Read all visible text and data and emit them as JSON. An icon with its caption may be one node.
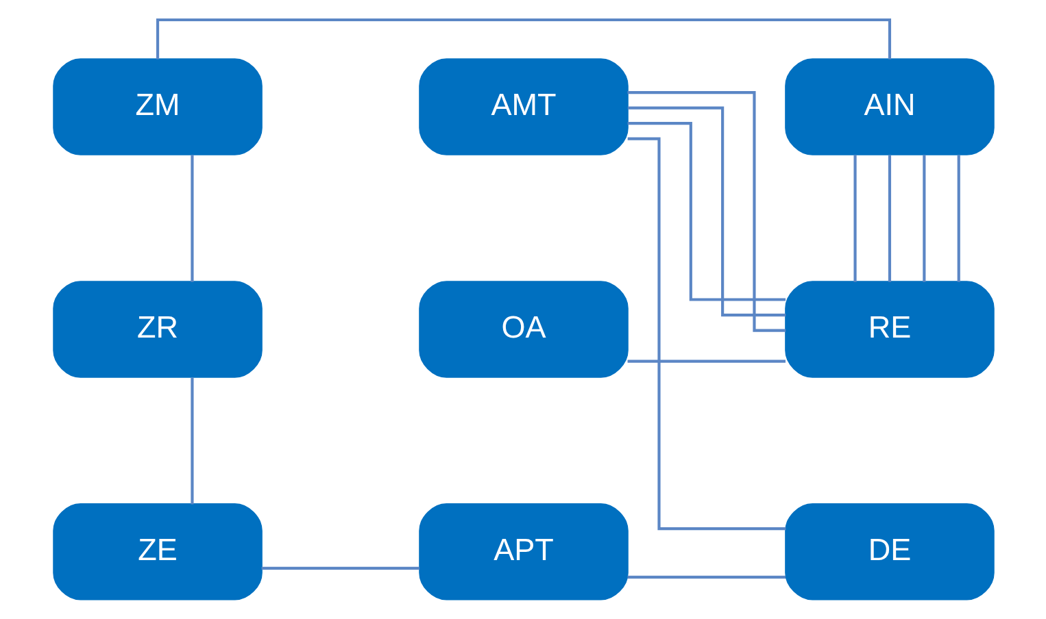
{
  "diagram": {
    "nodes": [
      {
        "text": [
          "ZM"
        ]
      },
      {
        "text": [
          "AMT"
        ]
      },
      {
        "text": [
          "AIN"
        ]
      },
      {
        "text": [
          "ZR"
        ]
      },
      {
        "text": [
          "OA"
        ]
      },
      {
        "text": [
          "RE"
        ]
      },
      {
        "text": [
          "ZE"
        ]
      },
      {
        "text": [
          "APT"
        ]
      },
      {
        "text": [
          "DE"
        ]
      }
    ],
    "edges": [
      {
        "from": 0,
        "to": 2,
        "arrow": "none"
      },
      {
        "from": 0,
        "to": 3,
        "arrow": "none"
      },
      {
        "from": 3,
        "to": 6,
        "arrow": "none"
      },
      {
        "from": 6,
        "to": 7,
        "arrow": "none"
      },
      {
        "from": 7,
        "to": 8,
        "arrow": "none"
      },
      {
        "from": 1,
        "to": 8,
        "arrow": "none"
      },
      {
        "from": 4,
        "to": 5,
        "arrow": "none"
      },
      {
        "from": 1,
        "to": 5,
        "arrow": "none"
      },
      {
        "from": 1,
        "to": 5,
        "arrow": "none"
      },
      {
        "from": 1,
        "to": 5,
        "arrow": "none"
      },
      {
        "from": 2,
        "to": 5,
        "arrow": "none"
      },
      {
        "from": 2,
        "to": 5,
        "arrow": "none"
      },
      {
        "from": 2,
        "to": 5,
        "arrow": "none"
      },
      {
        "from": 2,
        "to": 5,
        "arrow": "none"
      }
    ]
  }
}
